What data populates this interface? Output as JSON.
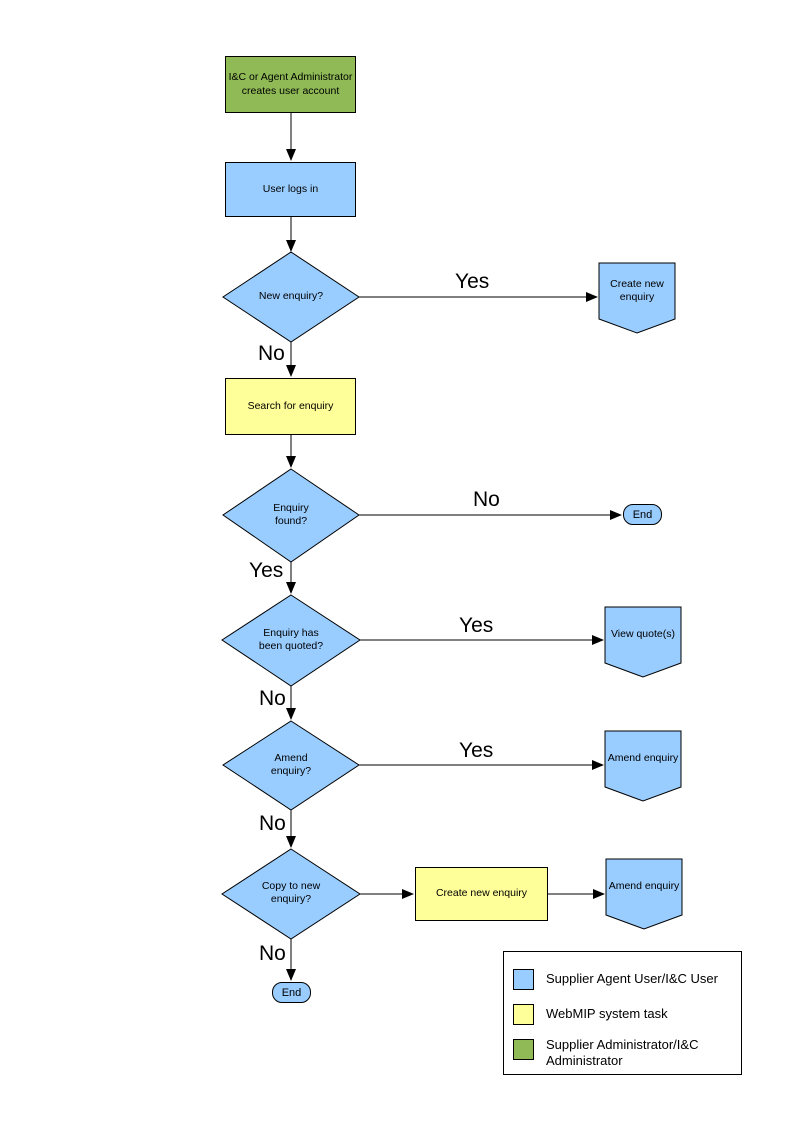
{
  "colors": {
    "user_task": "#99CCFF",
    "system_task": "#FFFF99",
    "admin_task": "#8FBA55",
    "line": "#000000"
  },
  "nodes": {
    "admin_box": "I&C or Agent Administrator creates user account",
    "login_box": "User logs in",
    "new_enquiry_decision": "New enquiry?",
    "create_new_enquiry_connector": "Create new enquiry",
    "search_box": "Search for enquiry",
    "enquiry_found_decision": "Enquiry found?",
    "end_terminator_1": "End",
    "quoted_decision": "Enquiry has been quoted?",
    "view_quotes_connector": "View quote(s)",
    "amend_decision": "Amend enquiry?",
    "amend_enquiry_connector_1": "Amend enquiry",
    "copy_decision": "Copy to new enquiry?",
    "create_new_enquiry_box": "Create new enquiry",
    "amend_enquiry_connector_2": "Amend enquiry",
    "end_terminator_2": "End"
  },
  "edge_labels": {
    "yes_new_enquiry": "Yes",
    "no_new_enquiry": "No",
    "no_enquiry_found": "No",
    "yes_enquiry_found": "Yes",
    "yes_quoted": "Yes",
    "no_quoted": "No",
    "yes_amend": "Yes",
    "no_amend": "No",
    "no_copy": "No"
  },
  "legend": {
    "items": [
      {
        "color": "#99CCFF",
        "label": "Supplier Agent User/I&C User"
      },
      {
        "color": "#FFFF99",
        "label": "WebMIP system task"
      },
      {
        "color": "#8FBA55",
        "label": "Supplier Administrator/I&C Administrator"
      }
    ]
  }
}
